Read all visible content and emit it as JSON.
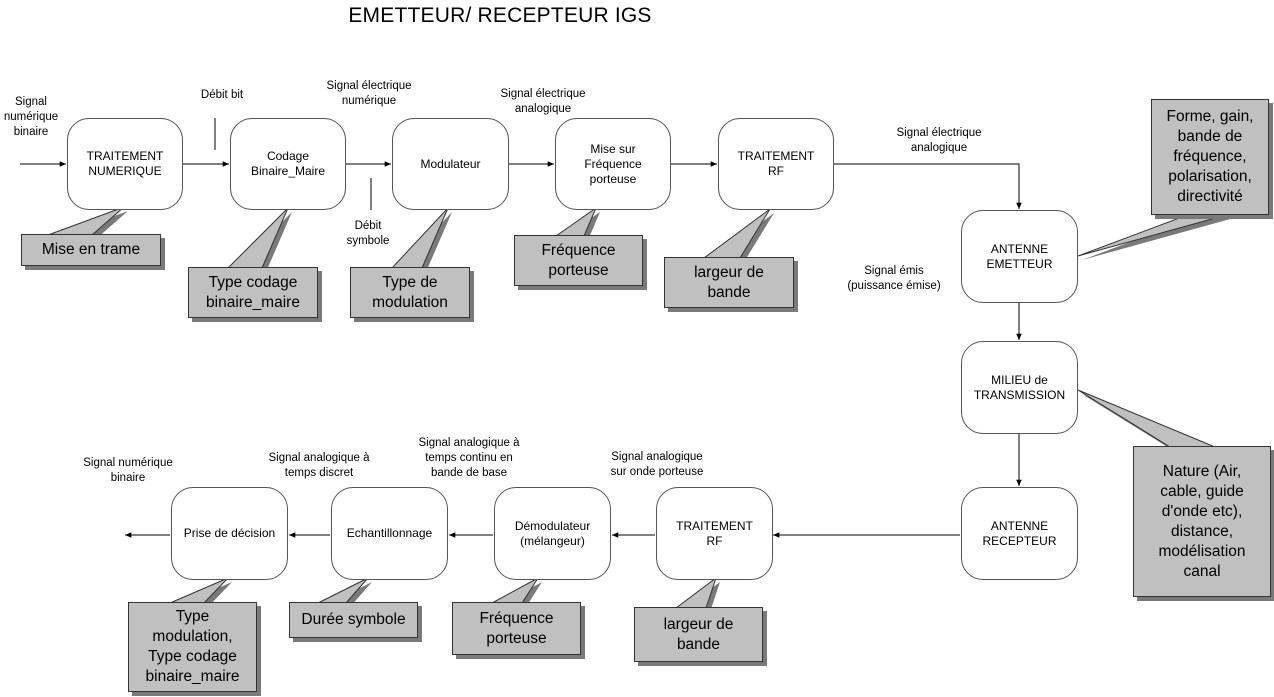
{
  "title": "EMETTEUR/ RECEPTEUR IGS",
  "boxes": {
    "traitement_numerique": "TRAITEMENT\nNUMERIQUE",
    "codage": "Codage\nBinaire_Maire",
    "modulateur": "Modulateur",
    "mise_frequence": "Mise sur\nFréquence\nporteuse",
    "traitement_rf_tx": "TRAITEMENT\nRF",
    "antenne_emetteur": "ANTENNE\nEMETTEUR",
    "milieu": "MILIEU de\nTRANSMISSION",
    "antenne_recepteur": "ANTENNE\nRECEPTEUR",
    "traitement_rf_rx": "TRAITEMENT\nRF",
    "demodulateur": "Démodulateur\n(mélangeur)",
    "echantillonnage": "Echantillonnage",
    "prise_decision": "Prise de décision"
  },
  "labels": {
    "signal_numerique_binaire_in": "Signal\nnumérique\nbinaire",
    "debit_bit": "Débit bit",
    "signal_electrique_numerique": "Signal électrique\nnumérique",
    "debit_symbole": "Débit\nsymbole",
    "signal_electrique_analogique_1": "Signal électrique\nanalogique",
    "signal_electrique_analogique_2": "Signal électrique\nanalogique",
    "signal_emis": "Signal émis\n(puissance émise)",
    "signal_analogique_porteuse": "Signal analogique\nsur onde porteuse",
    "signal_analogique_continu": "Signal analogique à\ntemps continu en\nbande de base",
    "signal_analogique_discret": "Signal analogique à\ntemps discret",
    "signal_numerique_binaire_out": "Signal numérique\nbinaire"
  },
  "callouts": {
    "mise_en_trame": "Mise en trame",
    "type_codage": "Type codage\nbinaire_maire",
    "type_modulation": "Type de\nmodulation",
    "frequence_porteuse_tx": "Fréquence\nporteuse",
    "largeur_bande_tx": "largeur de\nbande",
    "antenne_props": "Forme, gain,\nbande de\nfréquence,\npolarisation,\ndirectivité",
    "milieu_props": "Nature (Air,\ncable, guide\nd'onde etc),\ndistance,\nmodélisation\ncanal",
    "largeur_bande_rx": "largeur de\nbande",
    "frequence_porteuse_rx": "Fréquence\nporteuse",
    "duree_symbole": "Durée symbole",
    "type_modulation_codage": "Type\nmodulation,\nType codage\nbinaire_maire"
  }
}
